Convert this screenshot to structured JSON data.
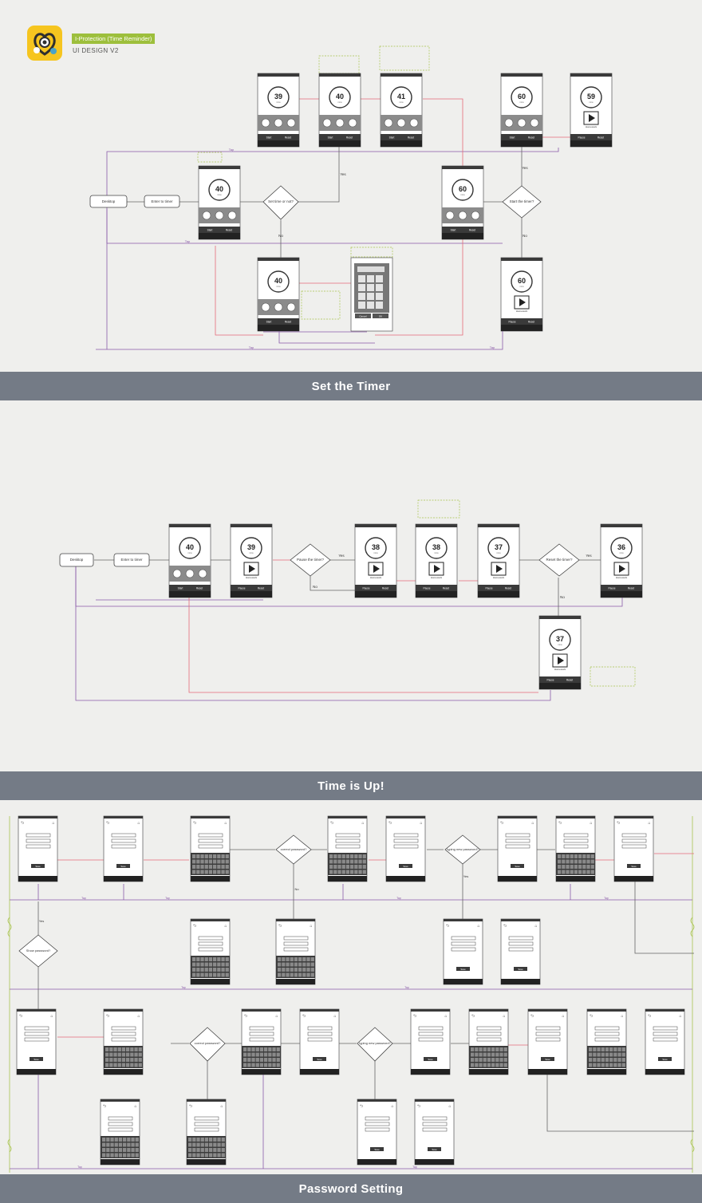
{
  "header": {
    "app_name": "I-Protection (Time Reminder)",
    "subtitle": "UI DESIGN V2",
    "tag_color": "#9dbf3c",
    "logo_color": "#f6c51f"
  },
  "colors": {
    "band": "#747b86",
    "background": "#efefed",
    "flow_line": "#8a5aa8",
    "error_line": "#e56a78",
    "note_border": "#a9c44e",
    "note_text": "#a9c44e",
    "screen_dark": "#3a3a3a"
  },
  "sections": {
    "set_timer": "Set the Timer",
    "time_up": "Time is Up!",
    "password": "Password Setting"
  },
  "set_timer": {
    "desktop": "Desktop",
    "enter": "Enter to timer",
    "decision_set": "Set time or not?",
    "decision_start": "Start the timer?",
    "yes": "Yes",
    "no": "No",
    "tap": "Tap",
    "values": [
      "39",
      "40",
      "41",
      "60",
      "59",
      "40",
      "60",
      "40",
      "60"
    ],
    "unit": "mins",
    "start": "Start",
    "reset": "Reset",
    "pause": "Pause",
    "cancel": "Cancel",
    "ok": "OK",
    "homework": "Homework"
  },
  "time_up": {
    "desktop": "Desktop",
    "enter": "Enter to timer",
    "decision_pause": "Pause the timer?",
    "decision_reset": "Reset the timer?",
    "values": [
      "40",
      "39",
      "38",
      "38",
      "37",
      "36",
      "37"
    ],
    "unit": "mins",
    "homework": "Homework",
    "yes": "Yes",
    "no": "No"
  },
  "password": {
    "decision_show": "Show password?",
    "decision_correct": "correct password?",
    "decision_typing": "typing new password?",
    "button": "Save",
    "yes": "Yes",
    "no": "No",
    "tap": "Tap"
  }
}
